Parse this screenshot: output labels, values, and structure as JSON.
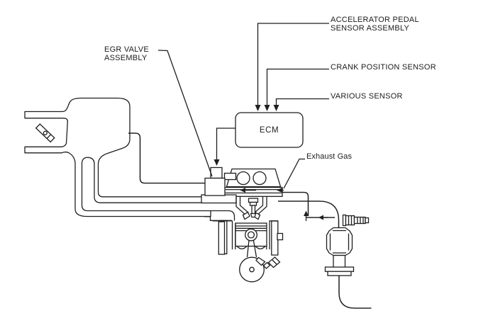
{
  "diagram": {
    "title_context": "EGR system schematic",
    "labels": {
      "accelerator_pedal_line1": "ACCELERATOR PEDAL",
      "accelerator_pedal_line2": "SENSOR ASSEMBLY",
      "crank_position_sensor": "CRANK POSITION SENSOR",
      "various_sensor": "VARIOUS SENSOR",
      "egr_valve_line1": "EGR VALVE",
      "egr_valve_line2": "ASSEMBLY",
      "ecm": "ECM",
      "exhaust_gas": "Exhaust Gas"
    },
    "icons": [
      "down-arrow-icon",
      "left-arrow-icon",
      "up-arrow-icon"
    ],
    "flow_indicators": {
      "into_ecm": 3,
      "ecm_to_egr_valve": "down",
      "intake_plate_flow": "left",
      "egr_pickup_flow": [
        "up",
        "left"
      ]
    },
    "colors": {
      "ink": "#1f1f1f",
      "background": "#ffffff"
    }
  }
}
